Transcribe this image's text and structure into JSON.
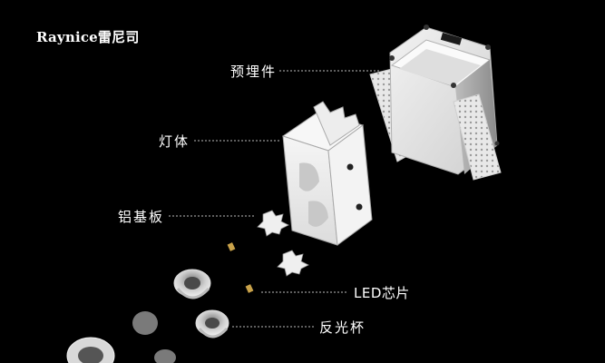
{
  "brand": {
    "logo_text": "Raynice雷尼司"
  },
  "labels": {
    "embedded_part": "预埋件",
    "lamp_body": "灯体",
    "aluminum_plate": "铝基板",
    "led_chip": "LED芯片",
    "reflector_cup": "反光杯"
  },
  "colors": {
    "background": "#000000",
    "text": "#ffffff",
    "housing": "#e6e6e6"
  }
}
